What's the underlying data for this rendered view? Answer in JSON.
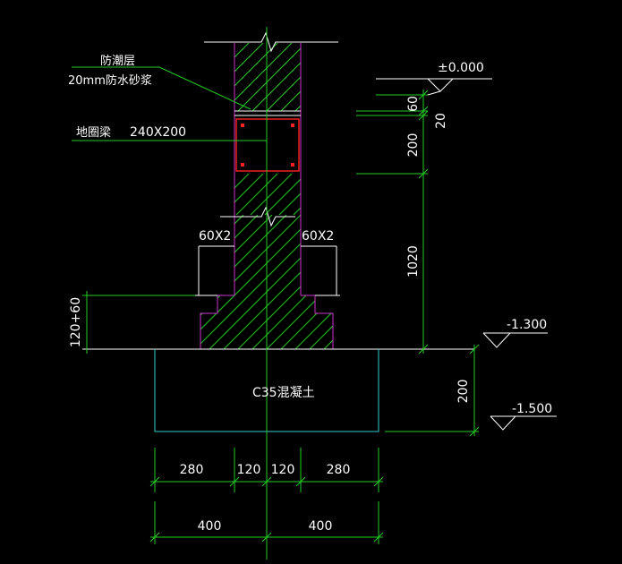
{
  "colors": {
    "background": "#000000",
    "wall_outline": "#cc33cc",
    "hatch_and_dims": "#22cc22",
    "concrete_pad": "#33cccc",
    "beam_rebar": "#ff2222",
    "text": "#ffffff"
  },
  "labels": {
    "dpc_line1": "防潮层",
    "dpc_line2": "20mm防水砂浆",
    "ground_beam": "地圈梁",
    "ground_beam_size": "240X200",
    "step_left": "60X2",
    "step_right": "60X2",
    "concrete": "C35混凝土"
  },
  "elevations": {
    "top": "±0.000",
    "mid": "-1.300",
    "bottom": "-1.500"
  },
  "dimensions": {
    "right_60": "60",
    "right_20": "20",
    "right_200": "200",
    "right_1020": "1020",
    "pad_200": "200",
    "left_120_60": "120+60",
    "bottom_280_left": "280",
    "bottom_120_left": "120",
    "bottom_120_right": "120",
    "bottom_280_right": "280",
    "bottom_400_left": "400",
    "bottom_400_right": "400"
  }
}
